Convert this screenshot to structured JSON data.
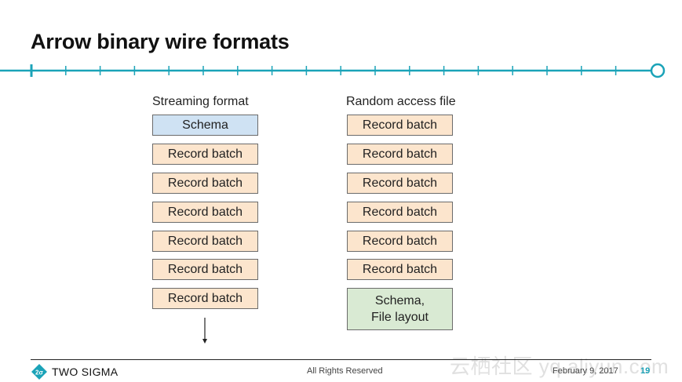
{
  "title": "Arrow binary wire formats",
  "colors": {
    "accent": "#1ba3b8",
    "schema_fill": "#cfe2f3",
    "record_fill": "#fce5cd",
    "footer_fill": "#d9ead3",
    "box_border": "#6b6b6b"
  },
  "streaming": {
    "label": "Streaming format",
    "boxes": [
      "Schema",
      "Record batch",
      "Record batch",
      "Record batch",
      "Record batch",
      "Record batch",
      "Record batch"
    ]
  },
  "random_access": {
    "label": "Random access file",
    "boxes": [
      "Record batch",
      "Record batch",
      "Record batch",
      "Record batch",
      "Record batch",
      "Record batch"
    ],
    "footer_line1": "Schema,",
    "footer_line2": "File layout"
  },
  "footer": {
    "logo_text": "TWO SIGMA",
    "logo_mark": "2σ",
    "rights": "All Rights Reserved",
    "date": "February 9, 2017",
    "page": "19"
  },
  "watermark": "云栖社区 yq.aliyun.com"
}
